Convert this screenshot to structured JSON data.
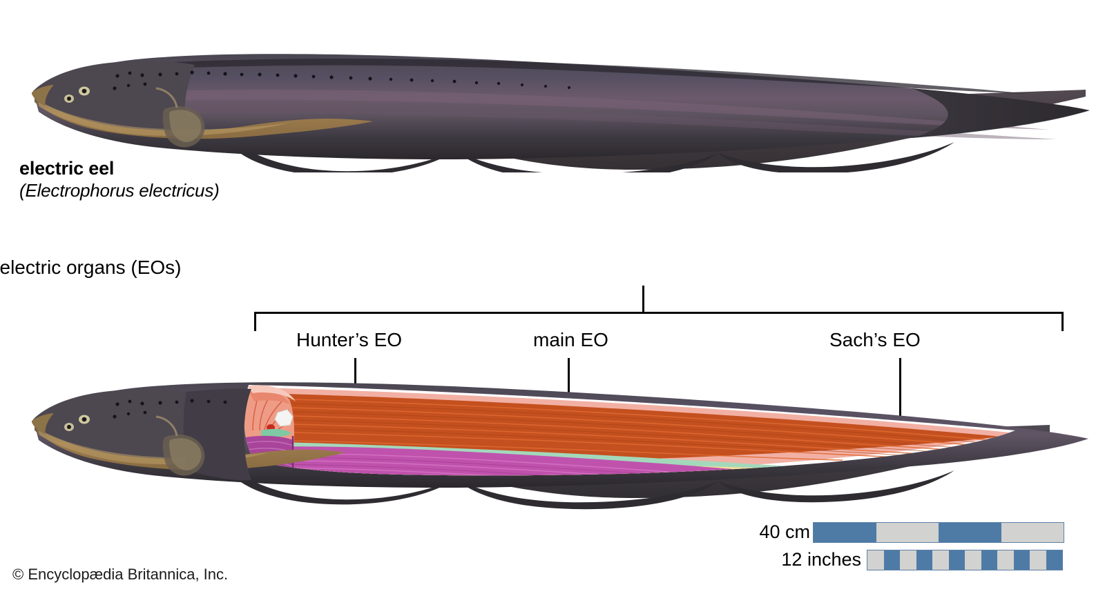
{
  "figure": {
    "subject": "electric eel",
    "caption_common": "electric eel",
    "caption_scientific": "(Electrophorus electricus)",
    "credit": "© Encyclopædia Britannica, Inc."
  },
  "annotations": {
    "group_label": "electric organs (EOs)",
    "organs": [
      {
        "label": "Hunter’s EO",
        "color": "#c0429a",
        "region": "anterior-ventral"
      },
      {
        "label": "main EO",
        "color": "#bf52ad",
        "region": "mid-ventral"
      },
      {
        "label": "Sach’s EO",
        "color": "#f6dd9a",
        "region": "posterior"
      }
    ]
  },
  "scale": {
    "metric": {
      "label": "40 cm",
      "segments": 4,
      "value": 40,
      "unit": "cm"
    },
    "imperial": {
      "label": "12 inches",
      "segments": 12,
      "value": 12,
      "unit": "inches"
    },
    "colors": {
      "fill": "#4e7ba6",
      "alt": "#d2d2d0",
      "border": "#5b7fa6"
    }
  },
  "anatomy": {
    "layers": [
      {
        "name": "body silhouette",
        "color": "#3a3a3c"
      },
      {
        "name": "skin outline",
        "color": "#f4b4a8"
      },
      {
        "name": "dorsal musculature",
        "color": "#c4501f"
      },
      {
        "name": "Hunter's EO sheath",
        "color": "#9fd6b8"
      },
      {
        "name": "main EO",
        "color": "#bf52ad"
      },
      {
        "name": "Sach's EO",
        "color": "#f6dd9a"
      },
      {
        "name": "ventral band",
        "color": "#2cb6a8"
      }
    ]
  }
}
